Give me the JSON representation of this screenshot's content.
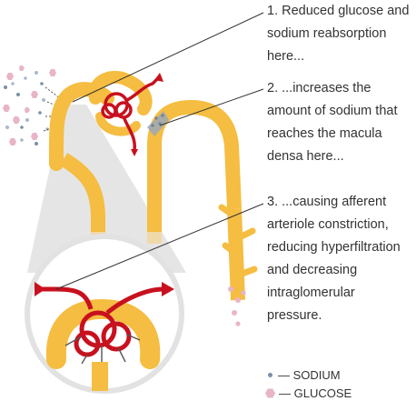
{
  "annotations": [
    "1. Reduced glucose and sodium reabsorption here...",
    "2. ...increases the amount of sodium that reaches the macula densa here...",
    "3. ...causing afferent arteriole constriction, reducing hyperfiltration and decreasing intraglomerular pressure."
  ],
  "legend": {
    "sodium": {
      "label": "— SODIUM",
      "color": "#7a8fa6"
    },
    "glucose": {
      "label": "— GLUCOSE",
      "color": "#e8b4c8"
    }
  },
  "colors": {
    "tubule": "#f5bd41",
    "tubule_edge": "#e5a72c",
    "vessel": "#c8101e",
    "leader_line": "#333333",
    "zoom_cone": "#d9d9d9"
  }
}
